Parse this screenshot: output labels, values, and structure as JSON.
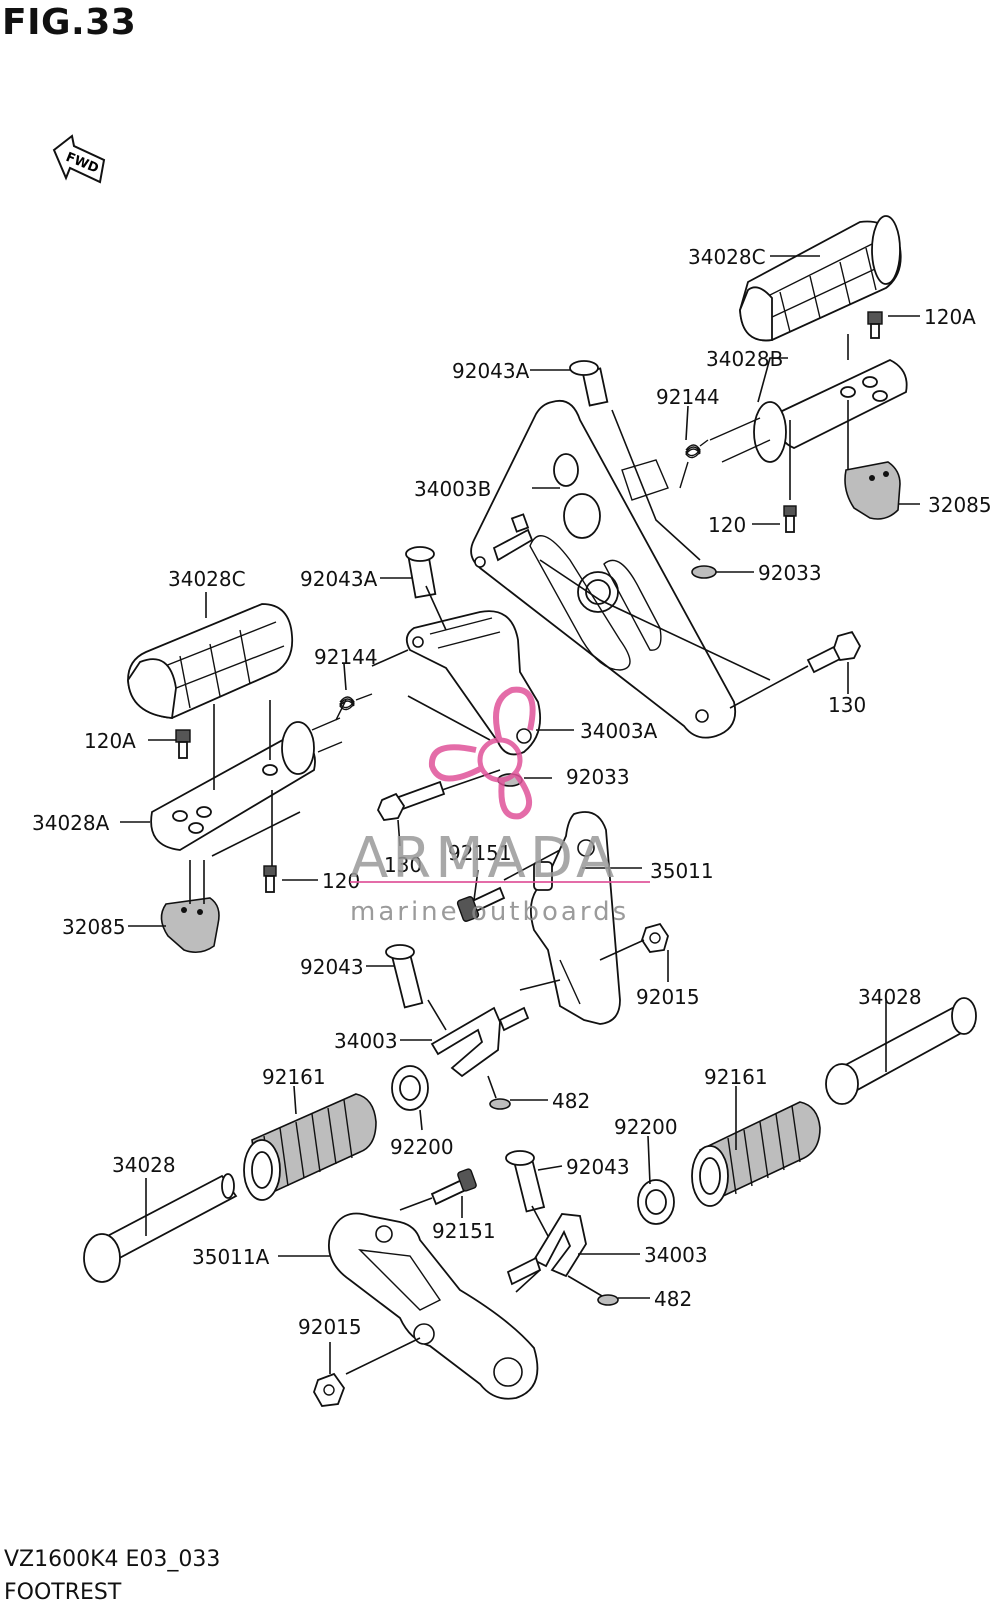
{
  "figure": {
    "title": "FIG.33",
    "model_code": "VZ1600K4 E03_033",
    "section_name": "FOOTREST",
    "fwd_label": "FWD"
  },
  "watermark": {
    "brand": "ARMADA",
    "tagline": "marine outboards",
    "color": "#e0539a"
  },
  "callouts": {
    "c_34028C_top": "34028C",
    "c_120A_top": "120A",
    "c_34028B": "34028B",
    "c_92043A_top": "92043A",
    "c_92144_top": "92144",
    "c_34003B": "34003B",
    "c_32085_right": "32085",
    "c_120_right": "120",
    "c_92033_top": "92033",
    "c_34028C_left": "34028C",
    "c_92043A_mid": "92043A",
    "c_92144_mid": "92144",
    "c_130_right": "130",
    "c_120A_left": "120A",
    "c_34003A": "34003A",
    "c_92033_mid": "92033",
    "c_34028A": "34028A",
    "c_130_mid": "130",
    "c_92151_top": "92151",
    "c_35011": "35011",
    "c_120_left": "120",
    "c_32085_left": "32085",
    "c_92043_left": "92043",
    "c_92015_right": "92015",
    "c_34028_right": "34028",
    "c_34003_mid": "34003",
    "c_92161_left": "92161",
    "c_482_mid": "482",
    "c_92161_right": "92161",
    "c_92200_right": "92200",
    "c_34028_left": "34028",
    "c_92200_left": "92200",
    "c_92043_low": "92043",
    "c_92151_low": "92151",
    "c_35011A": "35011A",
    "c_34003_low": "34003",
    "c_482_low": "482",
    "c_92015_low": "92015"
  }
}
